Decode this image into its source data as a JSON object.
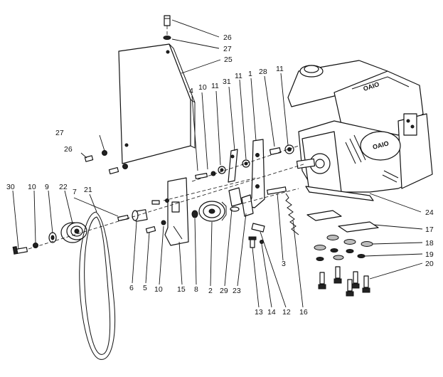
{
  "diagram": {
    "labels": {
      "l1": "1",
      "l2": "2",
      "l3": "3",
      "l4": "4",
      "l5": "5",
      "l6": "6",
      "l7": "7",
      "l8": "8",
      "l9": "9",
      "l10a": "10",
      "l10b": "10",
      "l10c": "10",
      "l11a": "11",
      "l11b": "11",
      "l11c": "11",
      "l12": "12",
      "l13": "13",
      "l14": "14",
      "l15": "15",
      "l16": "16",
      "l17": "17",
      "l18": "18",
      "l19": "19",
      "l20": "20",
      "l21": "21",
      "l22": "22",
      "l23": "23",
      "l24": "24",
      "l25": "25",
      "l26a": "26",
      "l26b": "26",
      "l27a": "27",
      "l27b": "27",
      "l28": "28",
      "l29": "29",
      "l30": "30",
      "l31": "31"
    },
    "engine_marks": {
      "choke_text": "OAIO",
      "shroud_text": "OAIO"
    }
  }
}
